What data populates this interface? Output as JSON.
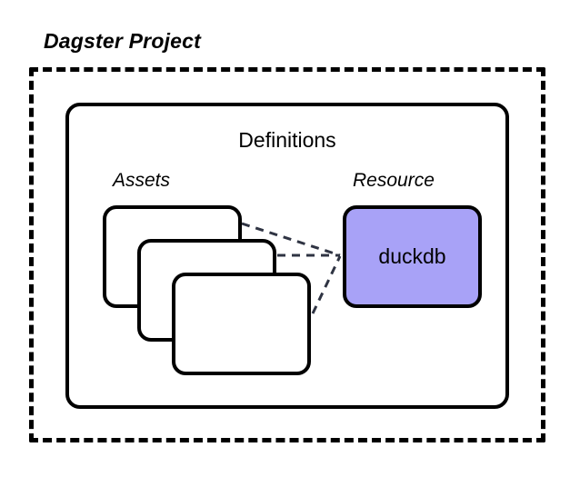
{
  "diagram": {
    "title": "Dagster Project",
    "background_color": "#ffffff",
    "stroke_color": "#000000",
    "connector_color": "#2f3443",
    "accent_color": "#a8a2f7",
    "outer_container": {
      "label": "Dagster Project",
      "border_style": "dashed",
      "border_color": "#000000"
    },
    "inner_container": {
      "label": "Definitions",
      "border_style": "solid",
      "border_color": "#000000",
      "fill": "#ffffff"
    },
    "groups": [
      {
        "name": "assets-group",
        "label": "Assets",
        "style": "italic",
        "node_count": 3,
        "nodes": [
          {
            "label": "",
            "fill": "#ffffff",
            "border_color": "#000000"
          },
          {
            "label": "",
            "fill": "#ffffff",
            "border_color": "#000000"
          },
          {
            "label": "",
            "fill": "#ffffff",
            "border_color": "#000000"
          }
        ]
      },
      {
        "name": "resource-group",
        "label": "Resource",
        "style": "italic",
        "node_count": 1,
        "nodes": [
          {
            "label": "duckdb",
            "fill": "#a8a2f7",
            "border_color": "#000000"
          }
        ]
      }
    ],
    "connectors": [
      {
        "from": "asset-card-1",
        "to": "resource-duckdb",
        "style": "dashed",
        "color": "#2f3443"
      },
      {
        "from": "asset-card-2",
        "to": "resource-duckdb",
        "style": "dashed",
        "color": "#2f3443"
      },
      {
        "from": "asset-card-3",
        "to": "resource-duckdb",
        "style": "dashed",
        "color": "#2f3443"
      }
    ]
  }
}
